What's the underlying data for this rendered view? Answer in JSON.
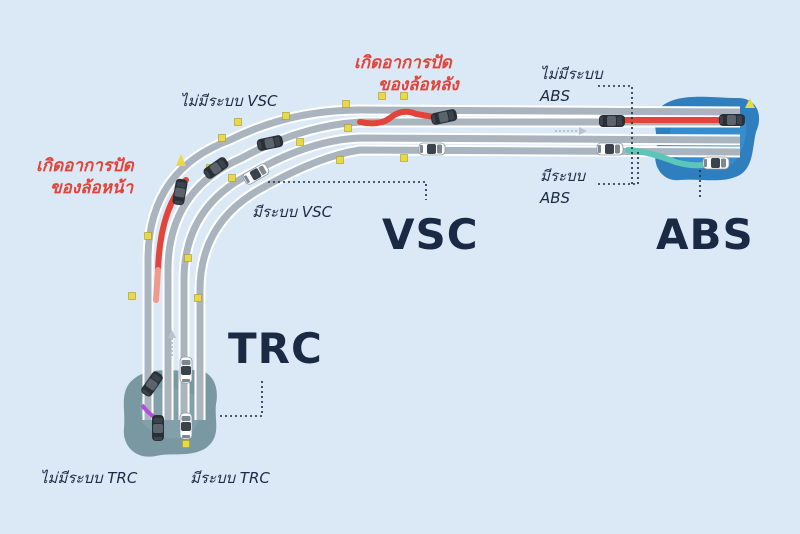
{
  "labels": {
    "understeer_front": [
      "เกิดอาการปัด",
      "ของล้อหน้า"
    ],
    "oversteer_rear": [
      "เกิดอาการปัด",
      "ของล้อหลัง"
    ],
    "no_vsc": "ไม่มีระบบ VSC",
    "with_vsc": "มีระบบ VSC",
    "no_abs": [
      "ไม่มีระบบ",
      "ABS"
    ],
    "with_abs": [
      "มีระบบ",
      "ABS"
    ],
    "no_trc": "ไม่มีระบบ TRC",
    "with_trc": "มีระบบ TRC"
  },
  "systems": {
    "trc": "TRC",
    "vsc": "VSC",
    "abs": "ABS"
  },
  "colors": {
    "background": "#dbe9f6",
    "road": "#a9b4bf",
    "road_edge": "#ffffff",
    "skid_red": "#e0443a",
    "abs_teal": "#5cc7b8",
    "water": "#2f7fbf",
    "ice": "#6f8f99",
    "text_dark": "#1b2a44",
    "cone_yellow": "#e8d84a"
  },
  "icons": [
    "car-dark-icon",
    "car-white-icon",
    "traffic-cone-icon",
    "water-puddle-icon",
    "ice-patch-icon"
  ]
}
